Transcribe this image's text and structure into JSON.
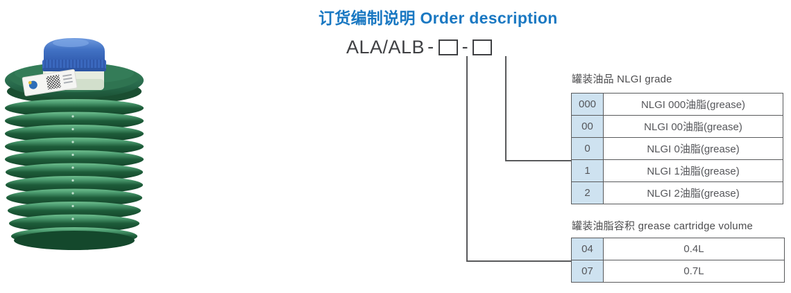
{
  "title": {
    "text": "订货编制说明 Order description"
  },
  "model_code": {
    "prefix": "ALA/ALB",
    "separator": "-"
  },
  "tables": [
    {
      "title": "罐装油品 NLGI grade",
      "rows": [
        {
          "code": "000",
          "desc": "NLGI 000油脂(grease)"
        },
        {
          "code": "00",
          "desc": "NLGI 00油脂(grease)"
        },
        {
          "code": "0",
          "desc": "NLGI 0油脂(grease)"
        },
        {
          "code": "1",
          "desc": "NLGI 1油脂(grease)"
        },
        {
          "code": "2",
          "desc": "NLGI 2油脂(grease)"
        }
      ]
    },
    {
      "title": "罐装油脂容积 grease cartridge volume",
      "rows": [
        {
          "code": "04",
          "desc": "0.4L"
        },
        {
          "code": "07",
          "desc": "0.7L"
        }
      ]
    }
  ],
  "product_image": {
    "name": "green-grease-cartridge-with-blue-cap"
  },
  "colors": {
    "title_blue": "#1a78c2",
    "code_cell_blue": "#cee2f0",
    "line_gray": "#58595b",
    "text_gray": "#4d4d4f",
    "cap_blue": "#3a68be",
    "body_green_dark": "#17492d",
    "body_green_light": "#55a277"
  }
}
